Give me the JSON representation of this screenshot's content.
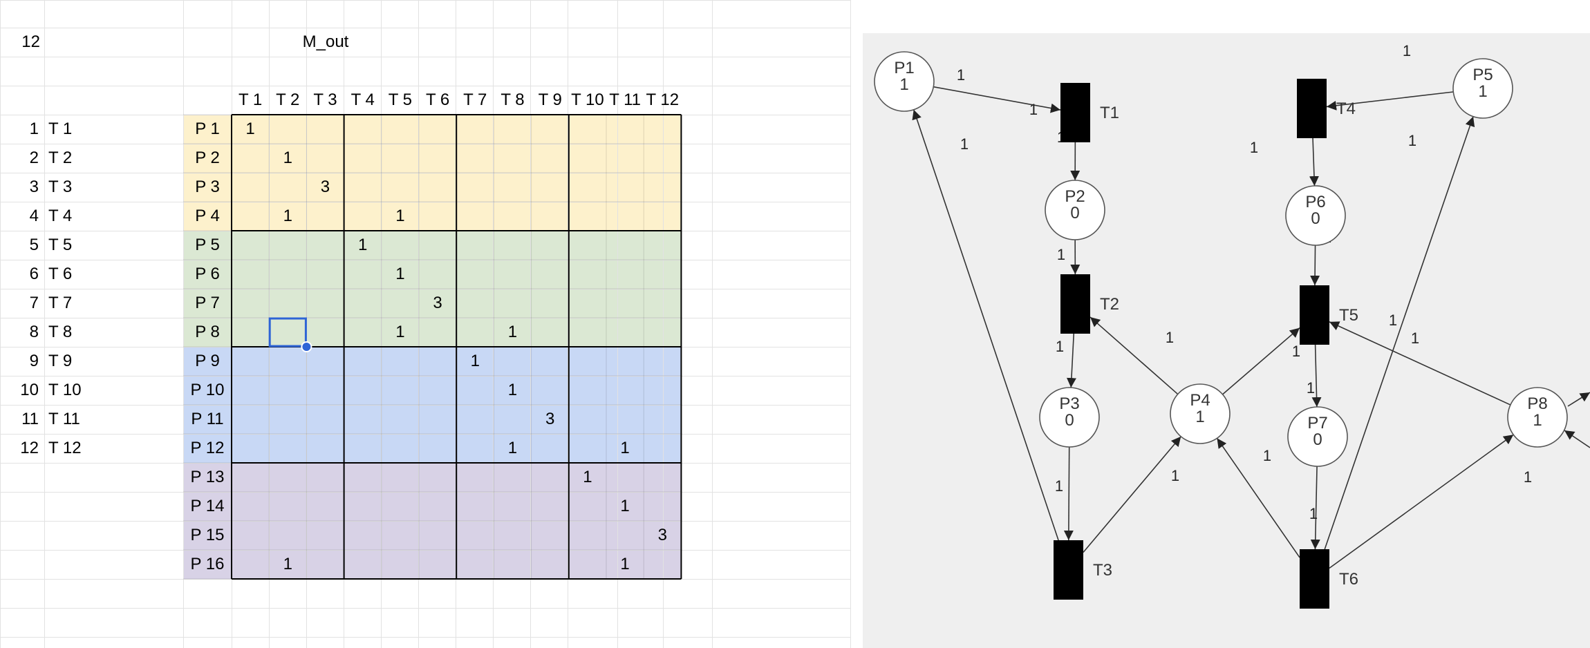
{
  "sheet": {
    "count_label": "12",
    "matrix_title": "M_out",
    "transition_headers": [
      "T 1",
      "T 2",
      "T 3",
      "T 4",
      "T 5",
      "T 6",
      "T 7",
      "T 8",
      "T 9",
      "T 10",
      "T 11",
      "T 12"
    ],
    "row_index_list": [
      {
        "num": "1",
        "label": "T 1"
      },
      {
        "num": "2",
        "label": "T 2"
      },
      {
        "num": "3",
        "label": "T 3"
      },
      {
        "num": "4",
        "label": "T 4"
      },
      {
        "num": "5",
        "label": "T 5"
      },
      {
        "num": "6",
        "label": "T 6"
      },
      {
        "num": "7",
        "label": "T 7"
      },
      {
        "num": "8",
        "label": "T 8"
      },
      {
        "num": "9",
        "label": "T 9"
      },
      {
        "num": "10",
        "label": "T 10"
      },
      {
        "num": "11",
        "label": "T 11"
      },
      {
        "num": "12",
        "label": "T 12"
      }
    ],
    "places": [
      "P 1",
      "P 2",
      "P 3",
      "P 4",
      "P 5",
      "P 6",
      "P 7",
      "P 8",
      "P 9",
      "P 10",
      "P 11",
      "P 12",
      "P 13",
      "P 14",
      "P 15",
      "P 16"
    ],
    "matrix": [
      [
        "1",
        "",
        "",
        "",
        "",
        "",
        "",
        "",
        "",
        "",
        "",
        ""
      ],
      [
        "",
        "1",
        "",
        "",
        "",
        "",
        "",
        "",
        "",
        "",
        "",
        ""
      ],
      [
        "",
        "",
        "3",
        "",
        "",
        "",
        "",
        "",
        "",
        "",
        "",
        ""
      ],
      [
        "",
        "1",
        "",
        "",
        "1",
        "",
        "",
        "",
        "",
        "",
        "",
        ""
      ],
      [
        "",
        "",
        "",
        "1",
        "",
        "",
        "",
        "",
        "",
        "",
        "",
        ""
      ],
      [
        "",
        "",
        "",
        "",
        "1",
        "",
        "",
        "",
        "",
        "",
        "",
        ""
      ],
      [
        "",
        "",
        "",
        "",
        "",
        "3",
        "",
        "",
        "",
        "",
        "",
        ""
      ],
      [
        "",
        "",
        "",
        "",
        "1",
        "",
        "",
        "1",
        "",
        "",
        "",
        ""
      ],
      [
        "",
        "",
        "",
        "",
        "",
        "",
        "1",
        "",
        "",
        "",
        "",
        ""
      ],
      [
        "",
        "",
        "",
        "",
        "",
        "",
        "",
        "1",
        "",
        "",
        "",
        ""
      ],
      [
        "",
        "",
        "",
        "",
        "",
        "",
        "",
        "",
        "3",
        "",
        "",
        ""
      ],
      [
        "",
        "",
        "",
        "",
        "",
        "",
        "",
        "1",
        "",
        "",
        "1",
        ""
      ],
      [
        "",
        "",
        "",
        "",
        "",
        "",
        "",
        "",
        "",
        "1",
        "",
        ""
      ],
      [
        "",
        "",
        "",
        "",
        "",
        "",
        "",
        "",
        "",
        "",
        "1",
        ""
      ],
      [
        "",
        "",
        "",
        "",
        "",
        "",
        "",
        "",
        "",
        "",
        "",
        "3"
      ],
      [
        "",
        "1",
        "",
        "",
        "",
        "",
        "",
        "",
        "",
        "",
        "1",
        ""
      ]
    ],
    "band_colors": {
      "yellow": "#fdf1cc",
      "green": "#dbe8d3",
      "blue": "#c8d8f5",
      "purple": "#d8d2e6"
    },
    "selection_color": "#2e64d6"
  },
  "petri_net": {
    "places": [
      {
        "id": "P1",
        "label": "P1",
        "tokens": "1"
      },
      {
        "id": "P2",
        "label": "P2",
        "tokens": "0"
      },
      {
        "id": "P3",
        "label": "P3",
        "tokens": "0"
      },
      {
        "id": "P4",
        "label": "P4",
        "tokens": "1"
      },
      {
        "id": "P5",
        "label": "P5",
        "tokens": "1"
      },
      {
        "id": "P6",
        "label": "P6",
        "tokens": "0"
      },
      {
        "id": "P7",
        "label": "P7",
        "tokens": "0"
      },
      {
        "id": "P8",
        "label": "P8",
        "tokens": "1"
      }
    ],
    "transitions": [
      "T1",
      "T2",
      "T3",
      "T4",
      "T5",
      "T6"
    ],
    "arc_weight_label": "1"
  }
}
